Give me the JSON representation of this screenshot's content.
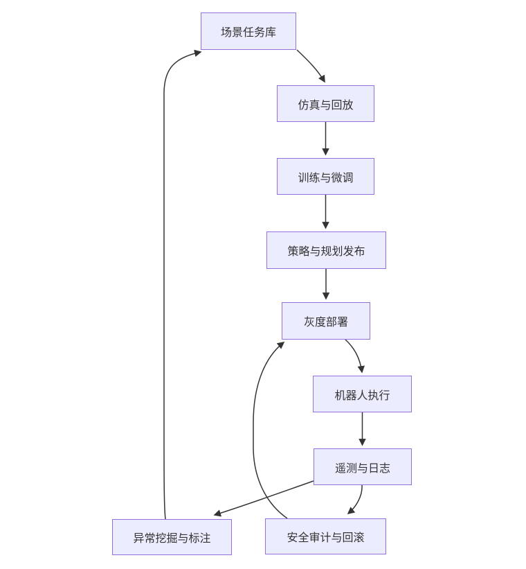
{
  "diagram": {
    "type": "flowchart",
    "direction": "top-down",
    "colors": {
      "background": "#ffffff",
      "node_fill": "#ECECFF",
      "node_border": "#9370DB",
      "edge": "#333333",
      "text": "#333333"
    },
    "nodes": [
      {
        "id": "scene",
        "label": "场景任务库"
      },
      {
        "id": "sim",
        "label": "仿真与回放"
      },
      {
        "id": "train",
        "label": "训练与微调"
      },
      {
        "id": "policy",
        "label": "策略与规划发布"
      },
      {
        "id": "gray",
        "label": "灰度部署"
      },
      {
        "id": "robot",
        "label": "机器人执行"
      },
      {
        "id": "telemetry",
        "label": "遥测与日志"
      },
      {
        "id": "anomaly",
        "label": "异常挖掘与标注"
      },
      {
        "id": "safety",
        "label": "安全审计与回滚"
      }
    ],
    "edges": [
      {
        "from": "scene",
        "to": "sim"
      },
      {
        "from": "sim",
        "to": "train"
      },
      {
        "from": "train",
        "to": "policy"
      },
      {
        "from": "policy",
        "to": "gray"
      },
      {
        "from": "gray",
        "to": "robot"
      },
      {
        "from": "robot",
        "to": "telemetry"
      },
      {
        "from": "telemetry",
        "to": "anomaly"
      },
      {
        "from": "telemetry",
        "to": "safety"
      },
      {
        "from": "safety",
        "to": "gray"
      },
      {
        "from": "anomaly",
        "to": "scene"
      }
    ]
  }
}
